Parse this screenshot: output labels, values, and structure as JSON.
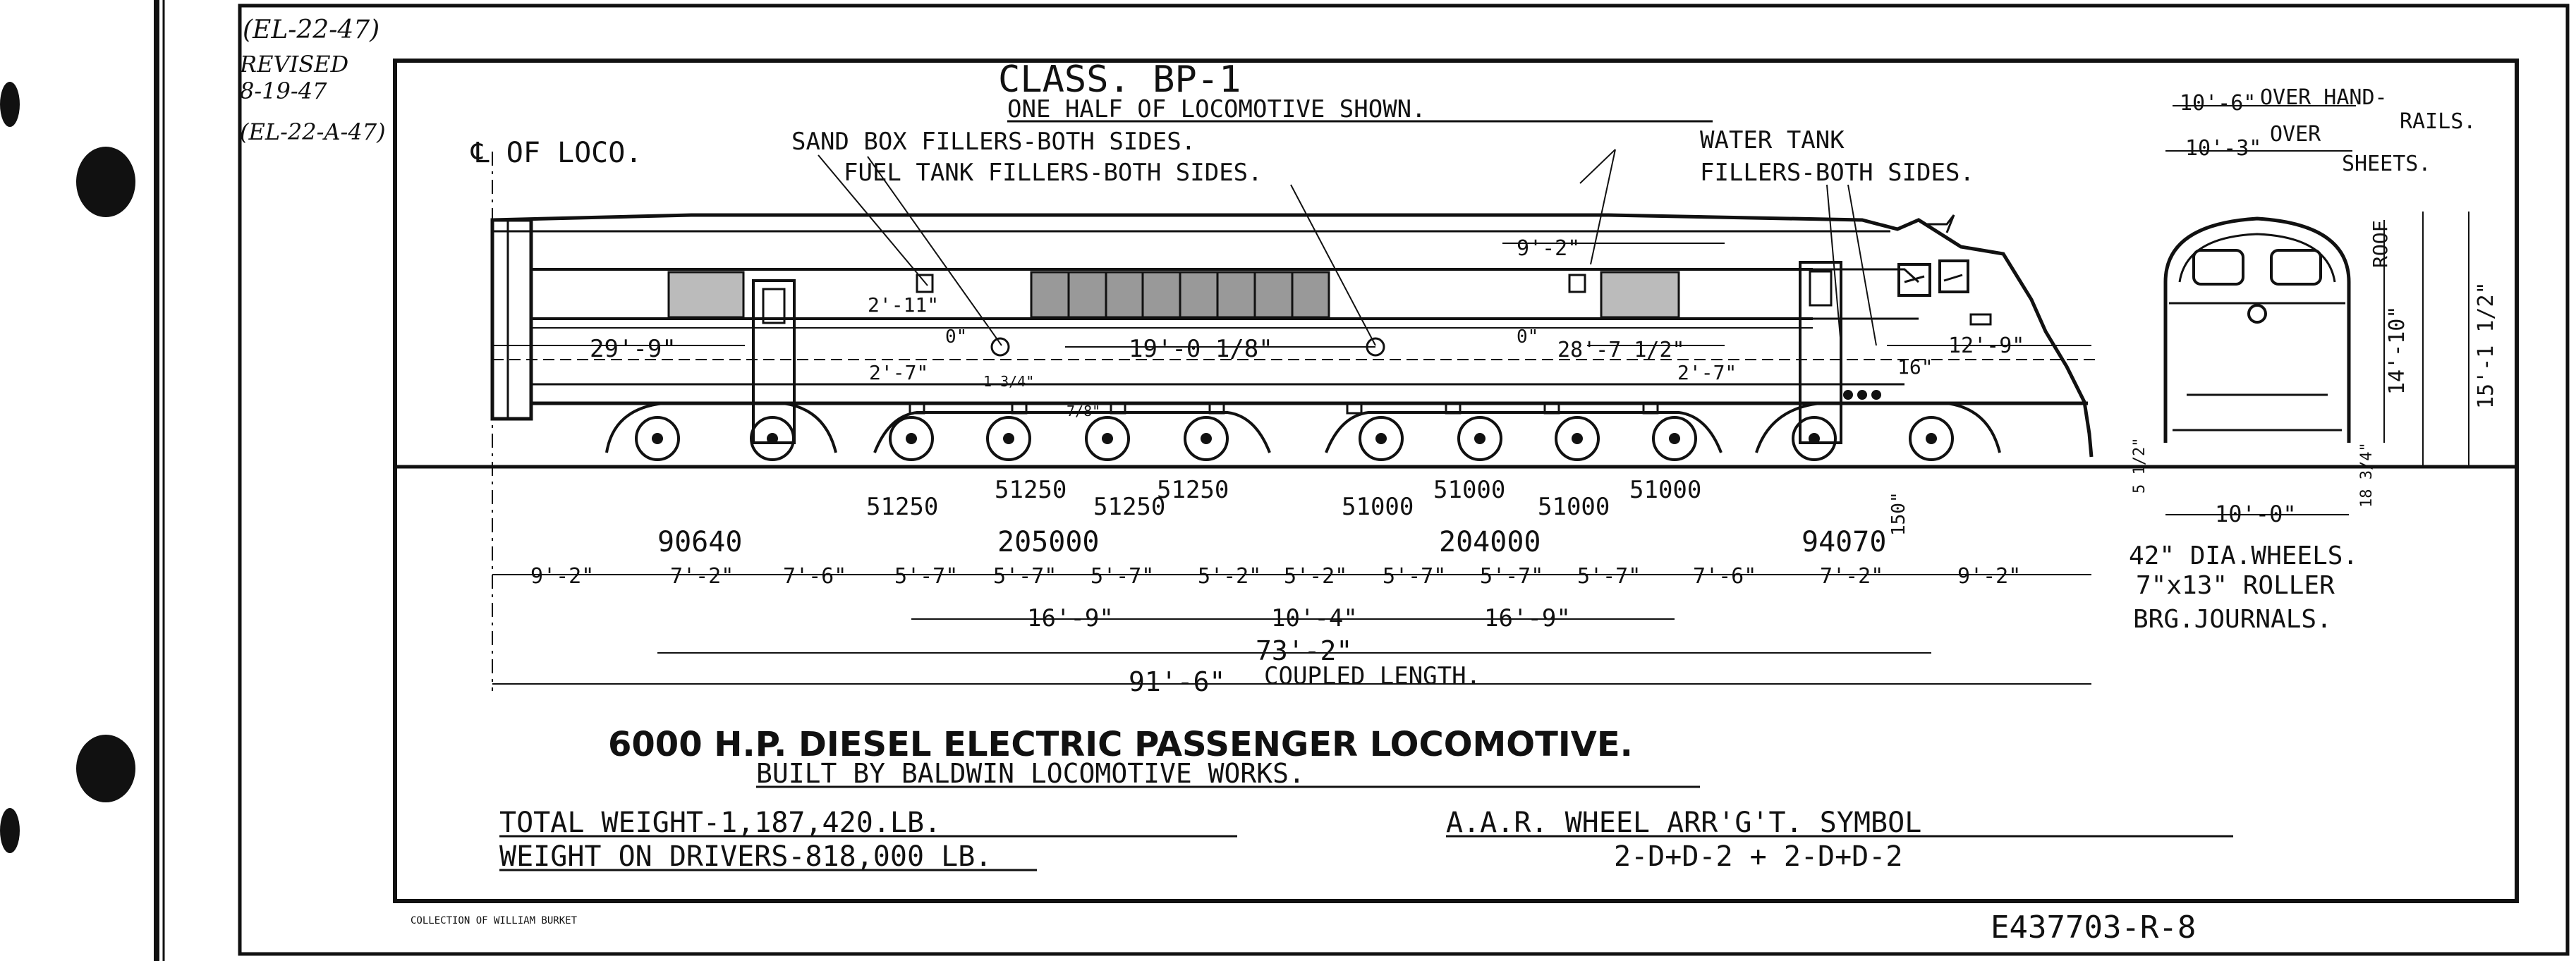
{
  "margin_notes": {
    "line1": "(EL-22-47)",
    "line2": "REVISED",
    "line3": "8-19-47",
    "line4": "(EL-22-A-47)"
  },
  "header": {
    "class_title": "CLASS.   BP-1",
    "half_note": "ONE HALF OF LOCOMOTIVE SHOWN.",
    "centerline": "℄ OF LOCO.",
    "sand_box": "SAND BOX FILLERS-BOTH SIDES.",
    "fuel_tank": "FUEL TANK FILLERS-BOTH SIDES.",
    "water_tank_1": "WATER TANK",
    "water_tank_2": "FILLERS-BOTH SIDES."
  },
  "side_dims": {
    "d_29_9": "29'-9\"",
    "d_2_11": "2'-11\"",
    "d_2_7_left": "2'-7\"",
    "d_19_0": "19'-0 1/8\"",
    "d_9_2_top": "9'-2\"",
    "d_28_7": "28'-7 1/2\"",
    "d_2_7_right": "2'-7\"",
    "d_16": "16\"",
    "d_12_9": "12'-9\"",
    "d_0_a": "0\"",
    "d_0_b": "0\"",
    "d_1_3": "1 3/4\"",
    "d_7_8": "7/8\""
  },
  "axle_loads": {
    "row1": [
      "51250",
      "51250",
      "51250",
      "51250",
      "51000",
      "51000",
      "51000",
      "51000"
    ],
    "groups": [
      "90640",
      "205000",
      "204000",
      "94070"
    ],
    "d_150": "150\""
  },
  "spacing": {
    "segments": [
      "9'-2\"",
      "7'-2\"",
      "7'-6\"",
      "5'-7\"",
      "5'-7\"",
      "5'-7\"",
      "5'-2\"",
      "5'-2\"",
      "5'-7\"",
      "5'-7\"",
      "5'-7\"",
      "7'-6\"",
      "7'-2\"",
      "9'-2\""
    ],
    "truck_left": "16'-9\"",
    "center": "10'-4\"",
    "truck_right": "16'-9\"",
    "wheelbase": "73'-2\"",
    "coupled": "91'-6\"",
    "coupled_label": "COUPLED LENGTH."
  },
  "end_view": {
    "handrails_dim": "10'-6\"",
    "handrails_label_1": "OVER HAND-",
    "handrails_label_2": "RAILS.",
    "sheets_dim": "10'-3\"",
    "sheets_label_1": "OVER",
    "sheets_label_2": "SHEETS.",
    "roof_dim": "14'-10\"",
    "roof_label": "ROOF",
    "overall_h": "15'-1 1/2\"",
    "width_10": "10'-0\"",
    "d_5_2": "5 1/2\"",
    "d_18_4": "18 3/4\"",
    "wheels": "42\" DIA.WHEELS.",
    "bearing_1": "7\"x13\" ROLLER",
    "bearing_2": "BRG.JOURNALS."
  },
  "footer": {
    "title": "6000 H.P. DIESEL ELECTRIC PASSENGER LOCOMOTIVE.",
    "builder": "BUILT BY BALDWIN LOCOMOTIVE WORKS.",
    "total_weight": "TOTAL WEIGHT-1,187,420.LB.",
    "drivers_weight": "WEIGHT ON DRIVERS-818,000 LB.",
    "aar_label": "A.A.R. WHEEL ARR'G'T. SYMBOL",
    "aar_value": "2-D+D-2 + 2-D+D-2",
    "collection": "COLLECTION OF WILLIAM BURKET",
    "drawing_no": "E437703-R-8"
  }
}
